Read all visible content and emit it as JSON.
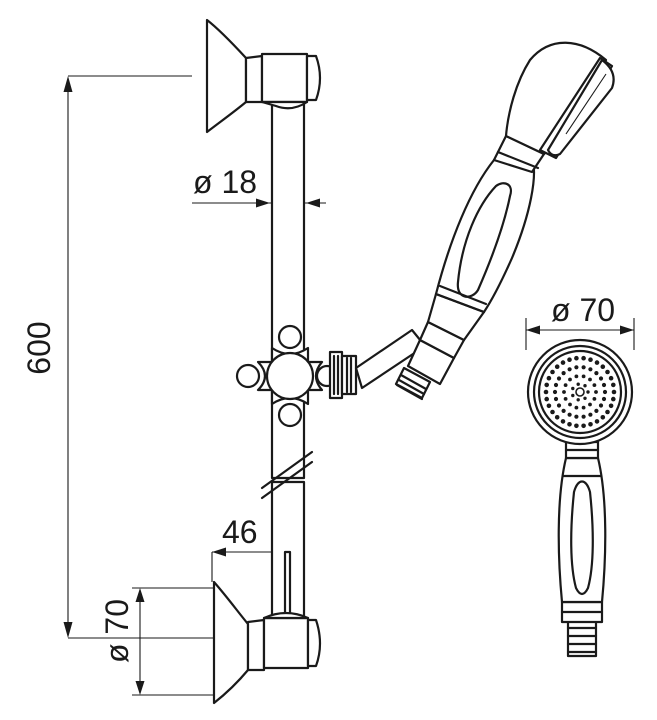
{
  "dimensions": {
    "bar_length": "600",
    "bar_diameter": "ø 18",
    "wall_offset": "46",
    "bracket_diameter": "ø 70",
    "handshower_head_diameter": "ø 70"
  }
}
